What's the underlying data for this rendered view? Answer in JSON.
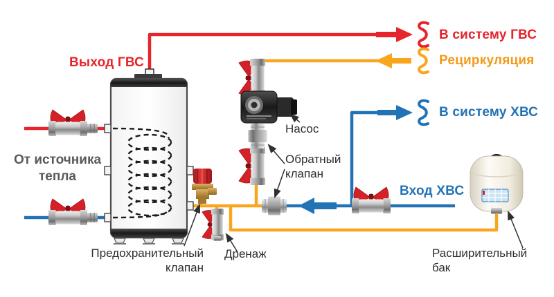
{
  "diagram": {
    "type": "plumbing-schematic",
    "subject": "indirect water heater piping scheme"
  },
  "labels": {
    "dhw_outlet": "Выход ГВС",
    "to_dhw_system": "В систему ГВС",
    "recirculation": "Рециркуляция",
    "to_cws_system": "В систему ХВС",
    "cws_inlet": "Вход ХВС",
    "heat_source_line1": "От источника",
    "heat_source_line2": "тепла",
    "pump": "Насос",
    "check_valve_line1": "Обратный",
    "check_valve_line2": "клапан",
    "safety_valve_line1": "Предохранительный",
    "safety_valve_line2": "клапан",
    "drain": "Дренаж",
    "expansion_tank_line1": "Расширительный",
    "expansion_tank_line2": "бак"
  },
  "colors": {
    "hot_water_pipe": "#E5242B",
    "recirculation_pipe": "#F9A51D",
    "cold_water_pipe": "#2273B6",
    "heat_source_text": "#58595B",
    "component_text": "#2D2D2D",
    "valve_handle": "#D42027"
  }
}
